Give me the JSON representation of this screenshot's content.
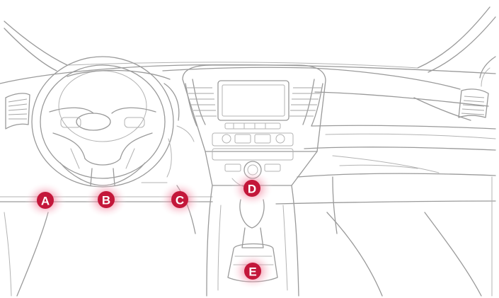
{
  "markers": [
    {
      "label": "A"
    },
    {
      "label": "B"
    },
    {
      "label": "C"
    },
    {
      "label": "D"
    },
    {
      "label": "E"
    }
  ],
  "colors": {
    "marker": "#c3173a",
    "glow": "#e8577a",
    "line": "#9a9a9a"
  }
}
